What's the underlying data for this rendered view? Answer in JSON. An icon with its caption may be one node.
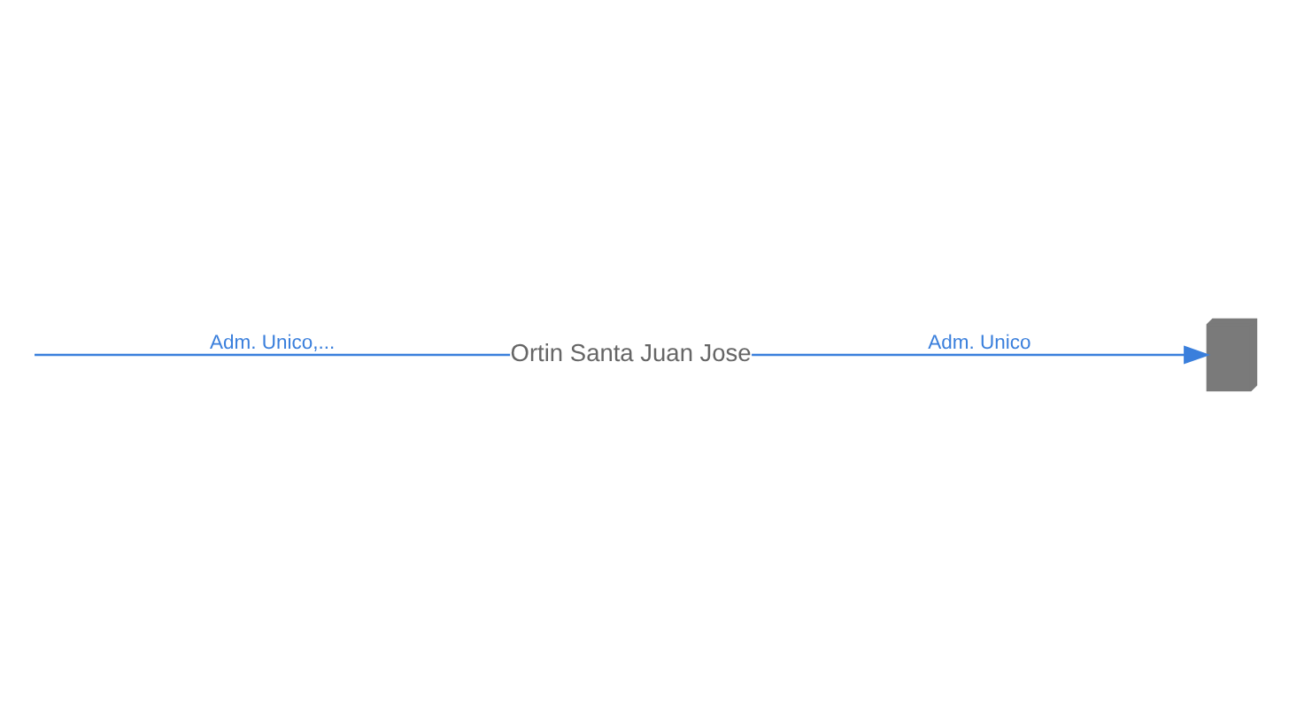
{
  "diagram": {
    "nodes": [
      {
        "text": [],
        "shape": "building"
      },
      {
        "text": [
          "Ortin Santa Juan Jose"
        ]
      }
    ],
    "edges": [
      {
        "from": 1,
        "to": 0,
        "arrow": "to",
        "label": "Adm. Unico"
      },
      {
        "from": 1,
        "to": null,
        "arrow": "none",
        "label": "Adm. Unico,..."
      }
    ]
  }
}
